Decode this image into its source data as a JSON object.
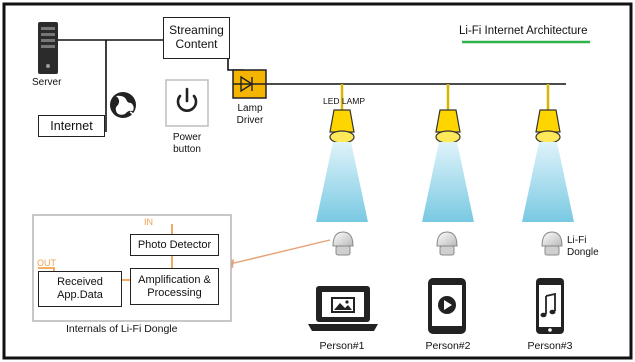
{
  "title": "Li-Fi Internet Architecture",
  "nodes": {
    "server": "Server",
    "streaming_content": "Streaming Content",
    "internet": "Internet",
    "power_button": "Power button",
    "lamp_driver": "Lamp Driver",
    "led_lamp": "LED LAMP",
    "lifi_dongle": "Li-Fi Dongle"
  },
  "dongle_internals": {
    "caption": "Internals of Li-Fi Dongle",
    "in_label": "IN",
    "out_label": "OUT",
    "photo_detector": "Photo Detector",
    "amplification": "Amplification & Processing",
    "received": "Received App.Data"
  },
  "persons": [
    "Person#1",
    "Person#2",
    "Person#3"
  ],
  "colors": {
    "title_underline": "#2db34a",
    "lamp_yellow": "#ffd500",
    "lamp_driver": "#f4b400",
    "light_beam": "#8fd3e8",
    "wire_orange": "#f0a050",
    "power_icon": "#222222"
  }
}
